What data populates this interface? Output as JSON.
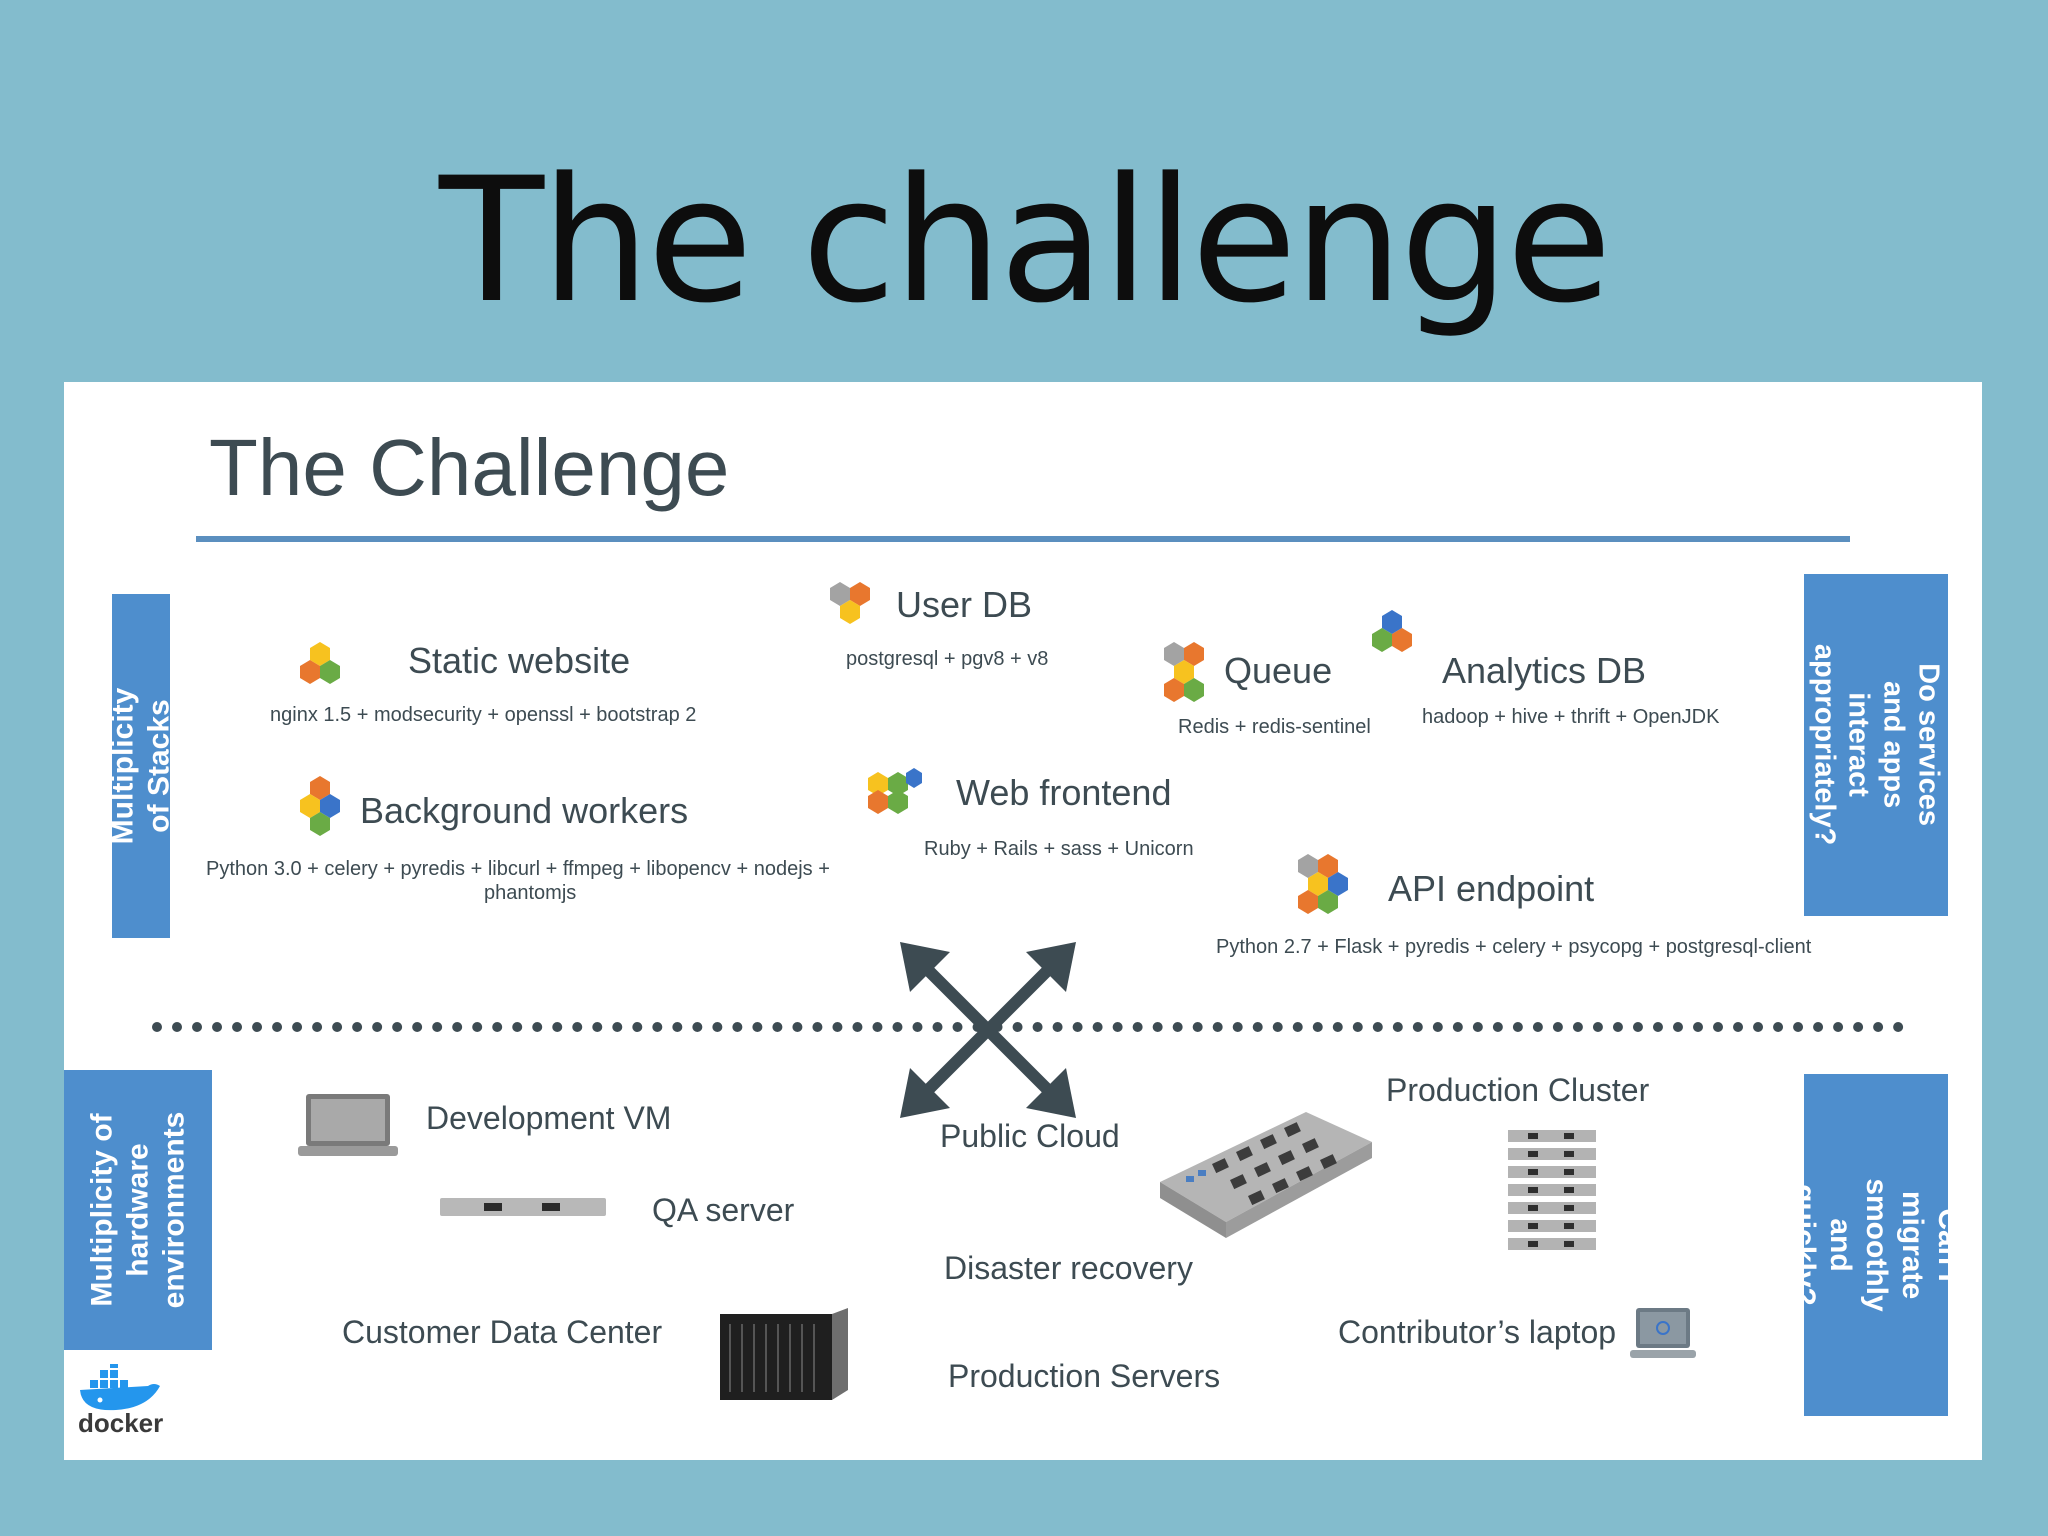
{
  "slide_title": "The challenge",
  "panel": {
    "title": "The Challenge",
    "left_top_label": "Multiplicity of Stacks",
    "left_bottom_label": "Multiplicity of\nhardware\nenvironments",
    "right_top_label": "Do services and apps\ninteract\nappropriately?",
    "right_bottom_label": "Can I migrate\nsmoothly and\nquickly?",
    "stacks": [
      {
        "name": "Static website",
        "desc": "nginx 1.5 + modsecurity + openssl + bootstrap 2"
      },
      {
        "name": "User DB",
        "desc": "postgresql + pgv8 + v8"
      },
      {
        "name": "Queue",
        "desc": "Redis + redis-sentinel"
      },
      {
        "name": "Analytics DB",
        "desc": "hadoop + hive + thrift + OpenJDK"
      },
      {
        "name": "Background workers",
        "desc": "Python 3.0 + celery + pyredis + libcurl + ffmpeg + libopencv + nodejs +",
        "desc2": "phantomjs"
      },
      {
        "name": "Web frontend",
        "desc": "Ruby + Rails + sass + Unicorn"
      },
      {
        "name": "API endpoint",
        "desc": "Python 2.7 + Flask + pyredis + celery + psycopg + postgresql-client"
      }
    ],
    "environments": [
      "Development VM",
      "QA server",
      "Customer Data Center",
      "Public Cloud",
      "Disaster recovery",
      "Production Servers",
      "Production Cluster",
      "Contributor’s laptop"
    ],
    "logo_text": "docker"
  },
  "colors": {
    "background": "#83bccd",
    "accent_blue": "#4e8ecd",
    "text": "#3d4b52",
    "hex_orange": "#e8772e",
    "hex_yellow": "#f7c21f",
    "hex_green": "#6aab45",
    "hex_blue": "#3a74c9",
    "hex_grey": "#a3a3a3"
  }
}
